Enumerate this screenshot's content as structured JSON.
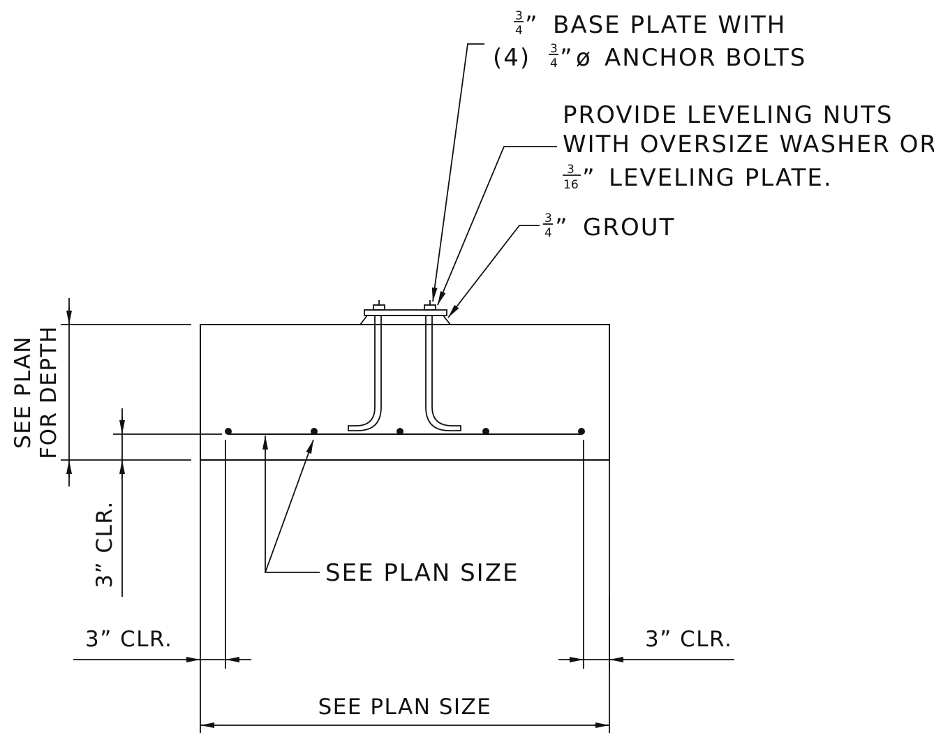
{
  "notes": {
    "base_plate_line1": "BASE PLATE WITH",
    "base_plate_line2_prefix": "(4)",
    "base_plate_line2_suffix": "ANCHOR BOLTS",
    "frac_num": "3",
    "frac_den": "4",
    "inch_mark": "”",
    "dia_mark": "ø",
    "leveling_line1": "PROVIDE LEVELING NUTS",
    "leveling_line2": "WITH OVERSIZE WASHER OR",
    "leveling_frac_num": "3",
    "leveling_frac_den": "16",
    "leveling_line3": "LEVELING PLATE.",
    "grout": "GROUT"
  },
  "dimensions": {
    "depth_line1": "SEE PLAN",
    "depth_line2": "FOR DEPTH",
    "bottom_clear": "3” CLR.",
    "left_clear": "3” CLR.",
    "right_clear": "3” CLR.",
    "rebar_size": "SEE PLAN SIZE",
    "footing_size": "SEE PLAN SIZE"
  }
}
